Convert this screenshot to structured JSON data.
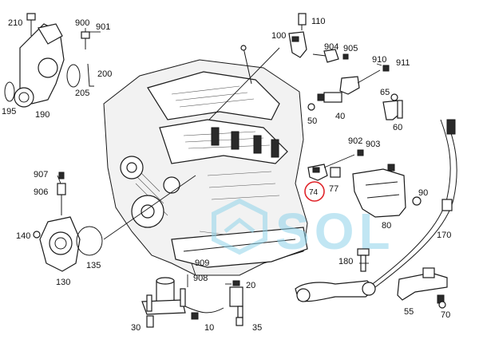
{
  "diagram": {
    "labels": [
      {
        "id": "210",
        "text": "210"
      },
      {
        "id": "900",
        "text": "900"
      },
      {
        "id": "901",
        "text": "901"
      },
      {
        "id": "200",
        "text": "200"
      },
      {
        "id": "205",
        "text": "205"
      },
      {
        "id": "195",
        "text": "195"
      },
      {
        "id": "190",
        "text": "190"
      },
      {
        "id": "110",
        "text": "110"
      },
      {
        "id": "100",
        "text": "100"
      },
      {
        "id": "904",
        "text": "904"
      },
      {
        "id": "905",
        "text": "905"
      },
      {
        "id": "910",
        "text": "910"
      },
      {
        "id": "911",
        "text": "911"
      },
      {
        "id": "50",
        "text": "50"
      },
      {
        "id": "40",
        "text": "40"
      },
      {
        "id": "65",
        "text": "65"
      },
      {
        "id": "60",
        "text": "60"
      },
      {
        "id": "902",
        "text": "902"
      },
      {
        "id": "903",
        "text": "903"
      },
      {
        "id": "74",
        "text": "74"
      },
      {
        "id": "77",
        "text": "77"
      },
      {
        "id": "90",
        "text": "90"
      },
      {
        "id": "80",
        "text": "80"
      },
      {
        "id": "907",
        "text": "907"
      },
      {
        "id": "906",
        "text": "906"
      },
      {
        "id": "140",
        "text": "140"
      },
      {
        "id": "135",
        "text": "135"
      },
      {
        "id": "130",
        "text": "130"
      },
      {
        "id": "909",
        "text": "909"
      },
      {
        "id": "908",
        "text": "908"
      },
      {
        "id": "20",
        "text": "20"
      },
      {
        "id": "180",
        "text": "180"
      },
      {
        "id": "170",
        "text": "170"
      },
      {
        "id": "55",
        "text": "55"
      },
      {
        "id": "70",
        "text": "70"
      },
      {
        "id": "30",
        "text": "30"
      },
      {
        "id": "10",
        "text": "10"
      },
      {
        "id": "35",
        "text": "35"
      }
    ],
    "highlight_label": "74",
    "highlight_color": "#e0252b",
    "watermark": "SOL",
    "watermark_color": "#8fd3ea"
  }
}
